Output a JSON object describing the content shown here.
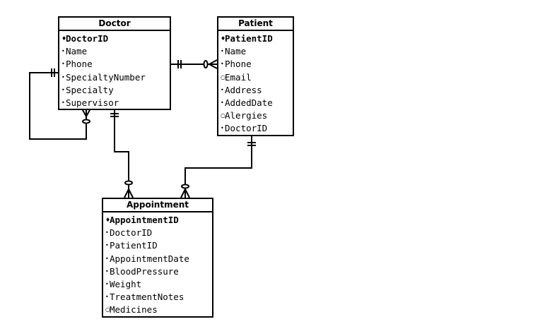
{
  "entities": {
    "doctor": {
      "title": "Doctor",
      "attributes": [
        {
          "name": "DoctorID",
          "marker": "♦",
          "key": true
        },
        {
          "name": "Name",
          "marker": "•",
          "key": false
        },
        {
          "name": "Phone",
          "marker": "•",
          "key": false
        },
        {
          "name": "SpecialtyNumber",
          "marker": "•",
          "key": false
        },
        {
          "name": "Specialty",
          "marker": "•",
          "key": false
        },
        {
          "name": "Supervisor",
          "marker": "•",
          "key": false
        }
      ]
    },
    "patient": {
      "title": "Patient",
      "attributes": [
        {
          "name": "PatientID",
          "marker": "♦",
          "key": true
        },
        {
          "name": "Name",
          "marker": "•",
          "key": false
        },
        {
          "name": "Phone",
          "marker": "•",
          "key": false
        },
        {
          "name": "Email",
          "marker": "○",
          "key": false
        },
        {
          "name": "Address",
          "marker": "•",
          "key": false
        },
        {
          "name": "AddedDate",
          "marker": "•",
          "key": false
        },
        {
          "name": "Alergies",
          "marker": "○",
          "key": false
        },
        {
          "name": "DoctorID",
          "marker": "•",
          "key": false
        }
      ]
    },
    "appointment": {
      "title": "Appointment",
      "attributes": [
        {
          "name": "AppointmentID",
          "marker": "♦",
          "key": true
        },
        {
          "name": "DoctorID",
          "marker": "•",
          "key": false
        },
        {
          "name": "PatientID",
          "marker": "•",
          "key": false
        },
        {
          "name": "AppointmentDate",
          "marker": "•",
          "key": false
        },
        {
          "name": "BloodPressure",
          "marker": "•",
          "key": false
        },
        {
          "name": "Weight",
          "marker": "•",
          "key": false
        },
        {
          "name": "TreatmentNotes",
          "marker": "•",
          "key": false
        },
        {
          "name": "Medicines",
          "marker": "○",
          "key": false
        }
      ]
    }
  },
  "relationships": [
    {
      "from": "Doctor",
      "to": "Patient",
      "from_cardinality": "one-and-only-one",
      "to_cardinality": "zero-or-many"
    },
    {
      "from": "Doctor",
      "to": "Doctor",
      "from_cardinality": "one-and-only-one",
      "to_cardinality": "zero-or-many"
    },
    {
      "from": "Doctor",
      "to": "Appointment",
      "from_cardinality": "one-and-only-one",
      "to_cardinality": "zero-or-many"
    },
    {
      "from": "Patient",
      "to": "Appointment",
      "from_cardinality": "one-and-only-one",
      "to_cardinality": "zero-or-many"
    }
  ]
}
